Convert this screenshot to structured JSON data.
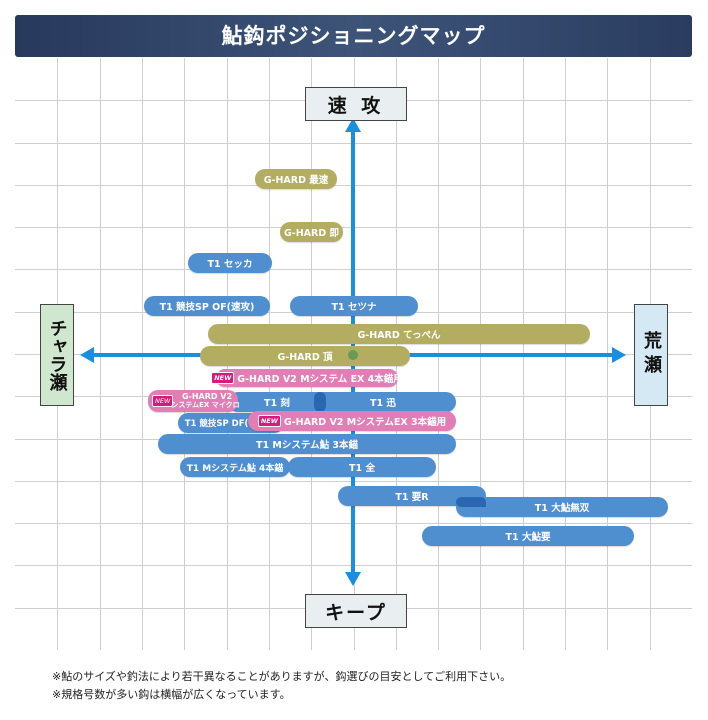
{
  "title": "鮎鈎ポジショニングマップ",
  "axes": {
    "top": "速 攻",
    "bottom": "キープ",
    "left": "チャラ瀬",
    "right": "荒瀬"
  },
  "bars": {
    "ghard_saisoku": "G-HARD 最速",
    "ghard_soku": "G-HARD 即",
    "t1_sekka": "T1 セッカ",
    "t1_kyogi_sp_of": "T1 競技SP OF(速攻)",
    "t1_setsuna": "T1 セツナ",
    "ghard_teppen": "G-HARD てっぺん",
    "ghard_itadaki": "G-HARD 頂",
    "ghard_v2_m_4": "G-HARD V2 Mシステム EX 4本錨用",
    "ghard_v2_micro_1": "G-HARD V2",
    "ghard_v2_micro_2": "MシステムEX マイクロ",
    "t1_koku": "T1 刻",
    "t1_jin": "T1 迅",
    "t1_kyogi_sp_df": "T1 競技SP DF(キープ)",
    "ghard_v2_m_3": "G-HARD V2 MシステムEX 3本錨用",
    "t1_m_ayu_3": "T1 Mシステム鮎 3本錨",
    "t1_m_ayu_4": "T1 Mシステム鮎 4本錨",
    "t1_zen": "T1 全",
    "t1_kaname_r": "T1 要R",
    "t1_oayu_muso": "T1 大鮎無双",
    "t1_oayu_kaname": "T1 大鮎要"
  },
  "new_badge": "NEW",
  "notes": [
    "※鮎のサイズや釣法により若干異なることがありますが、鈎選びの目安としてご利用下さい。",
    "※規格号数が多い鈎は横幅が広くなっています。"
  ],
  "colors": {
    "g_hard": "#b3ad61",
    "t1": "#4f8fcf",
    "g_hard_v2": "#e27eb6",
    "axis": "#1a8fe0",
    "header": "#2e4368"
  }
}
